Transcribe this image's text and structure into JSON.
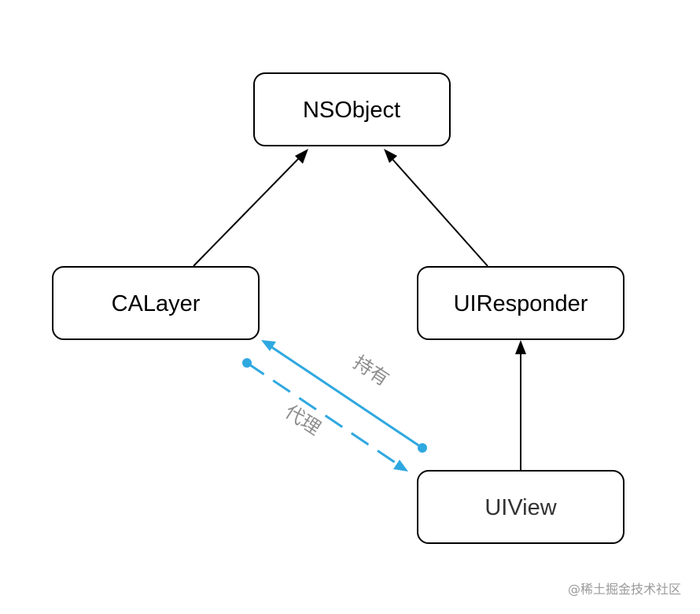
{
  "nodes": {
    "nsobject": "NSObject",
    "calayer": "CALayer",
    "uiresponder": "UIResponder",
    "uiview": "UIView"
  },
  "edges": {
    "holds": "持有",
    "delegate": "代理"
  },
  "watermark": "@稀土掘金技术社区",
  "colors": {
    "relation": "#2ea8e0",
    "inherit": "#000000",
    "label": "#8e8e8e"
  }
}
